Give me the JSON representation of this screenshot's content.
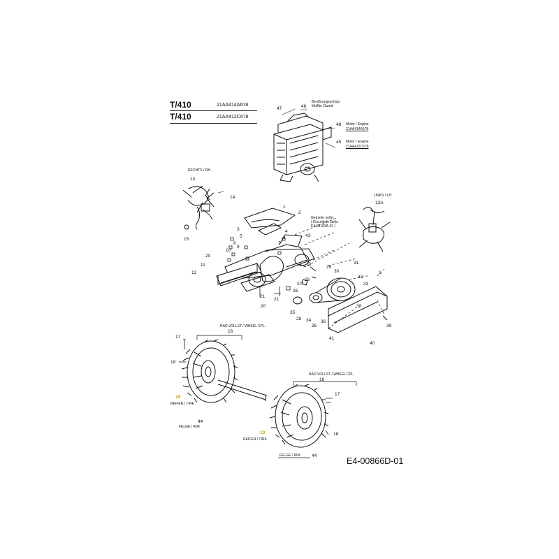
{
  "header": {
    "rows": [
      {
        "model": "T/410",
        "code": "21AA414A678"
      },
      {
        "model": "T/410",
        "code": "21AA412C678"
      }
    ]
  },
  "figure_id": "E4-00866D-01",
  "labels": {
    "muffler_guard": [
      "Berührungsschutz",
      "Muffler Guard"
    ],
    "engine_1": [
      "Motor / Engine",
      "21AA414A678"
    ],
    "engine_2": [
      "Motor / Engine",
      "21AA412C678"
    ],
    "right": "RECHTS / RH.",
    "left": "LINKS / LH.",
    "gearbox": [
      "Getriebe vollst.",
      "( Einzelteile siehe",
      "E4-02102A-01 )"
    ],
    "wheel_1": "RAD VOLLST / WHEEL CPL.",
    "wheel_2": "RAD VOLLST / WHEEL CPL.",
    "tire_1": "REIFEN / TIRE",
    "tire_2": "REIFEN / TIRE",
    "rim_1": "FELGE / RIM",
    "rim_2": "FELGE / RIM"
  },
  "callouts": {
    "n47": "47",
    "n46": "46",
    "n48": "48",
    "n45": "45",
    "n13": "13",
    "n14": "14",
    "n15": "15",
    "n13a": "13A",
    "n1": "1",
    "n2": "2",
    "n3": "3",
    "n4": "4",
    "n5": "5",
    "n6": "6",
    "n7": "7",
    "n8": "8",
    "n9": "9",
    "n10": "10",
    "n11": "11",
    "n12": "12",
    "n20a": "20",
    "n20b": "20",
    "n21a": "21",
    "n21b": "21",
    "n43": "43",
    "n29": "29",
    "n30": "30",
    "n31": "31",
    "n32": "32",
    "n33": "33",
    "n27": "27",
    "n28": "28",
    "n26": "26",
    "n35": "35",
    "n34": "34",
    "n36": "36",
    "n38": "38",
    "n39": "39",
    "n40": "40",
    "n41": "41",
    "n17a": "17",
    "n16a": "16",
    "n18a": "18",
    "n19a": "19",
    "n44a": "44",
    "n16b": "16",
    "n17b": "17",
    "n18b": "18",
    "n19b": "19",
    "n44b": "44"
  }
}
